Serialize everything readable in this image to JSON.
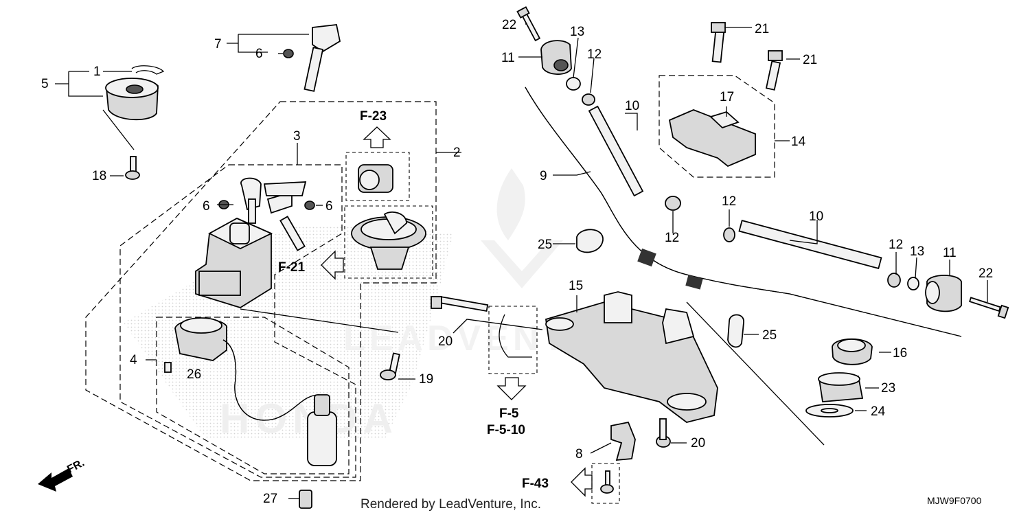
{
  "callouts": {
    "c1": "1",
    "c2": "2",
    "c3": "3",
    "c4": "4",
    "c5": "5",
    "c6a": "6",
    "c6b": "6",
    "c6c": "6",
    "c7": "7",
    "c8": "8",
    "c9": "9",
    "c10a": "10",
    "c10b": "10",
    "c11a": "11",
    "c11b": "11",
    "c12a": "12",
    "c12b": "12",
    "c12c": "12",
    "c12d": "12",
    "c13a": "13",
    "c13b": "13",
    "c14": "14",
    "c15": "15",
    "c16": "16",
    "c17": "17",
    "c18": "18",
    "c19": "19",
    "c20a": "20",
    "c20b": "20",
    "c21a": "21",
    "c21b": "21",
    "c22a": "22",
    "c22b": "22",
    "c23": "23",
    "c24": "24",
    "c25a": "25",
    "c25b": "25",
    "c26": "26",
    "c27": "27"
  },
  "references": {
    "f23": "F-23",
    "f21": "F-21",
    "f5": "F-5",
    "f510": "F-5-10",
    "f43": "F-43"
  },
  "direction_label": "FR.",
  "footer": {
    "rendered_by": "Rendered by LeadVenture, Inc.",
    "diagram_code": "MJW9F0700"
  }
}
